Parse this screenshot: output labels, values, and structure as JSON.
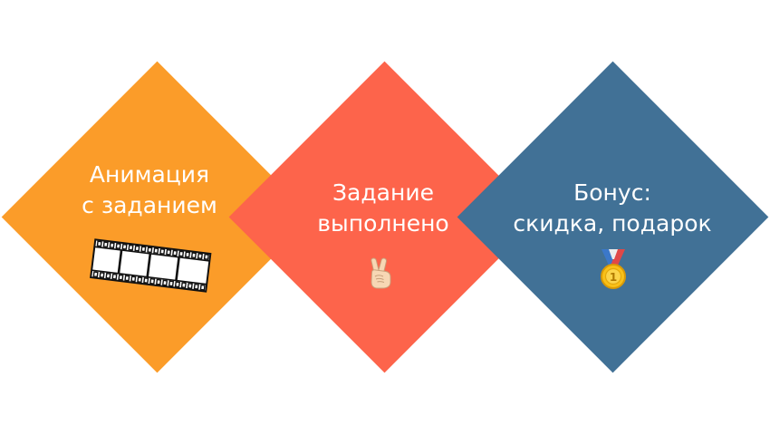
{
  "colors": {
    "orange": "#FB9C29",
    "coral": "#FD644B",
    "blue": "#417196"
  },
  "steps": [
    {
      "line1": "Анимация",
      "line2": "с заданием",
      "icon": "film-strip-icon"
    },
    {
      "line1": "Задание",
      "line2": "выполнено",
      "icon": "victory-hand-icon"
    },
    {
      "line1": "Бонус:",
      "line2": "скидка, подарок",
      "icon": "medal-icon"
    }
  ]
}
